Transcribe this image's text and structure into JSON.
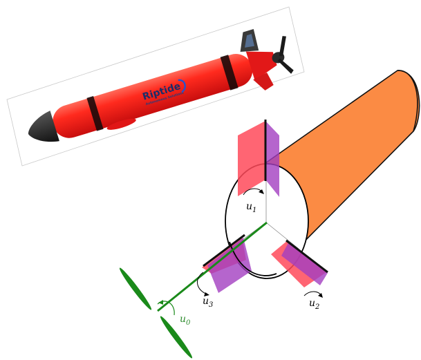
{
  "vehicle_photo": {
    "logo": {
      "brand": "Riptide",
      "tagline": "Autonomous Solutions"
    }
  },
  "schematic": {
    "control_labels": {
      "u0": {
        "base": "u",
        "sub": "0",
        "color": "#2e8b2e"
      },
      "u1": {
        "base": "u",
        "sub": "1",
        "color": "#000000"
      },
      "u2": {
        "base": "u",
        "sub": "2",
        "color": "#000000"
      },
      "u3": {
        "base": "u",
        "sub": "3",
        "color": "#000000"
      }
    },
    "colors": {
      "hull": "#fb8b44",
      "propeller": "#1a8a1a",
      "fin_red": "#ff4a5a",
      "fin_purple": "#a23fc0",
      "vehicle_body": "#ff2020"
    }
  }
}
